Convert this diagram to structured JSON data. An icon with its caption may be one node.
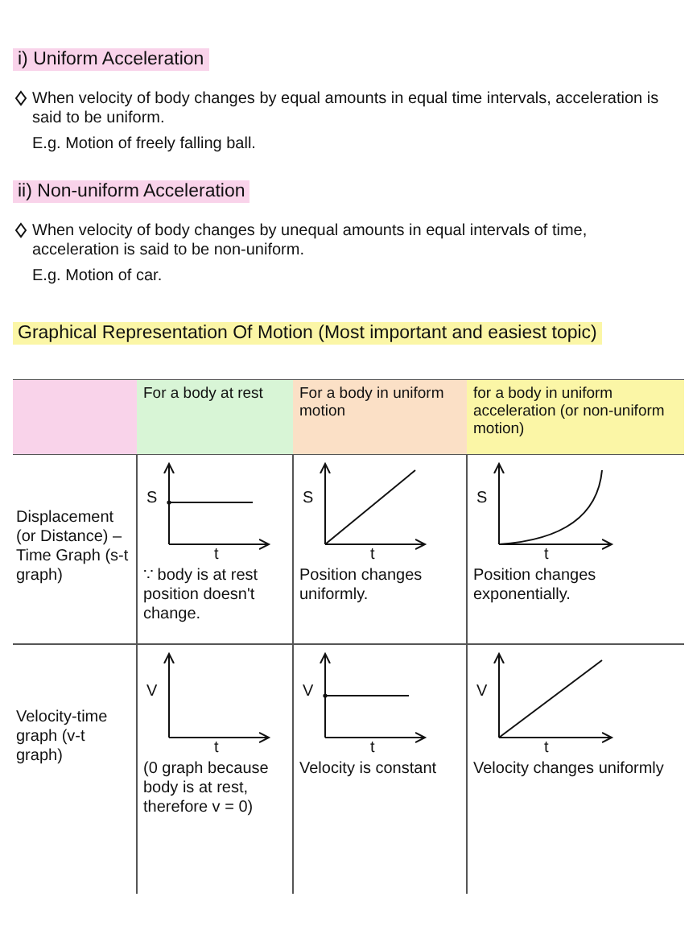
{
  "diagram": {
    "labels": [
      "i) Uniform Acceleration",
      "When velocity of body changes by equal amounts in equal time intervals, acceleration is said to be uniform.",
      "E.g. Motion of freely falling ball.",
      "ii) Non-uniform Acceleration",
      "When velocity of body changes by unequal amounts in equal intervals of time, acceleration is said to be non-uniform.",
      "E.g. Motion of car.",
      "Graphical Representation Of Motion (Most important and easiest topic)",
      "For a body at rest",
      "For a body in uniform motion",
      "for a body in uniform acceleration (or non-uniform motion)",
      "Displacement (or Distance) – Time Graph (s-t graph)",
      "S",
      "t",
      "∵ body is at rest position doesn't change.",
      "S",
      "t",
      "Position changes uniformly.",
      "S",
      "t",
      "Position changes exponentially.",
      "Velocity-time graph (v-t graph)",
      "V",
      "t",
      "(0 graph because body is at rest, therefore v = 0)",
      "V",
      "t",
      "Velocity is constant",
      "V",
      "t",
      "Velocity changes uniformly"
    ]
  }
}
